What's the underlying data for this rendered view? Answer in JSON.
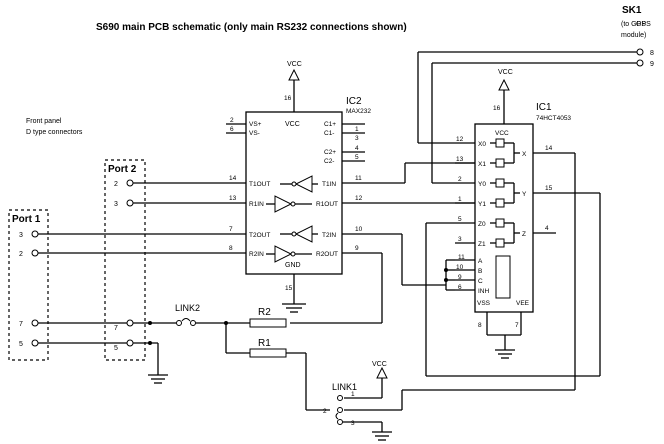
{
  "title": "S690 main PCB schematic (only main RS232 connections shown)",
  "sk1": {
    "name": "SK1",
    "note1": "(to GPS",
    "note2": "module)",
    "pin_a": "8",
    "pin_b": "9"
  },
  "front_panel": {
    "line1": "Front panel",
    "line2": "D type connectors"
  },
  "port1": {
    "label": "Port 1",
    "pins": [
      "3",
      "2",
      "7",
      "5"
    ]
  },
  "port2": {
    "label": "Port 2",
    "pins": [
      "2",
      "3",
      "7",
      "5"
    ]
  },
  "ic2": {
    "name": "IC2",
    "part": "MAX232",
    "vcc": "VCC",
    "vcc_pin": "16",
    "gnd_pin": "15",
    "gnd": "GND",
    "left_labels": [
      "VS+",
      "VS-"
    ],
    "left_pins": [
      "2",
      "6"
    ],
    "right_labels": [
      "C1+",
      "C1-",
      "C2+",
      "C2-"
    ],
    "right_pins": [
      "1",
      "3",
      "4",
      "5"
    ],
    "io": [
      {
        "lpin": "14",
        "llabel": "T1OUT",
        "rlabel": "T1IN",
        "rpin": "11"
      },
      {
        "lpin": "13",
        "llabel": "R1IN",
        "rlabel": "R1OUT",
        "rpin": "12"
      },
      {
        "lpin": "7",
        "llabel": "T2OUT",
        "rlabel": "T2IN",
        "rpin": "10"
      },
      {
        "lpin": "8",
        "llabel": "R2IN",
        "rlabel": "R2OUT",
        "rpin": "9"
      }
    ]
  },
  "ic1": {
    "name": "IC1",
    "part": "74HCT4053",
    "vcc": "VCC",
    "vcc_pin": "16",
    "top_vcc": "VCC",
    "left": [
      {
        "pin": "12",
        "label": "X0"
      },
      {
        "pin": "13",
        "label": "X1"
      },
      {
        "pin": "2",
        "label": "Y0"
      },
      {
        "pin": "1",
        "label": "Y1"
      },
      {
        "pin": "5",
        "label": "Z0"
      },
      {
        "pin": "3",
        "label": "Z1"
      }
    ],
    "right": [
      {
        "label": "X",
        "pin": "14"
      },
      {
        "label": "Y",
        "pin": "15"
      },
      {
        "label": "Z",
        "pin": "4"
      }
    ],
    "ctrl": [
      {
        "pin": "11",
        "label": "A"
      },
      {
        "pin": "10",
        "label": "B"
      },
      {
        "pin": "9",
        "label": "C"
      },
      {
        "pin": "6",
        "label": "INH"
      }
    ],
    "vss": "VSS",
    "vee": "VEE",
    "bottom_pins": [
      "8",
      "7"
    ]
  },
  "link2": {
    "name": "LINK2"
  },
  "link1": {
    "name": "LINK1",
    "vcc": "VCC",
    "pins": [
      "1",
      "2",
      "3"
    ]
  },
  "r2": {
    "name": "R2"
  },
  "r1": {
    "name": "R1"
  }
}
